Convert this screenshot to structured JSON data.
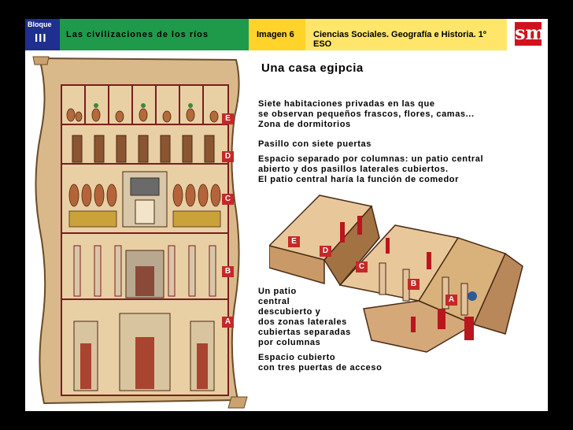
{
  "header": {
    "block_label": "Bloque",
    "block_number": "III",
    "topic": "Las civilizaciones de los ríos",
    "image_label": "Imagen 6",
    "subject": "Ciencias Sociales. Geografía e Historia. 1º ESO",
    "logo": "sm"
  },
  "title": "Una casa egipcia",
  "descriptions": {
    "e": [
      "Siete habitaciones privadas en las que",
      "se observan pequeños frascos,  flores, camas...",
      "Zona de dormitorios"
    ],
    "d": [
      "Pasillo con siete puertas"
    ],
    "c": [
      "Espacio separado por columnas: un patio central",
      "abierto y dos pasillos laterales cubiertos.",
      "El patio central  haría la función de comedor"
    ],
    "b": [
      "Un patio",
      "central",
      "descubierto y",
      "dos zonas laterales",
      "cubiertas separadas",
      "por columnas"
    ],
    "a": [
      "Espacio cubierto",
      "con tres puertas de acceso"
    ]
  },
  "markers": {
    "scroll": [
      "E",
      "D",
      "C",
      "B",
      "A"
    ],
    "house": [
      "E",
      "D",
      "C",
      "B",
      "A"
    ]
  },
  "colors": {
    "block_bg": "#1f2f8f",
    "topic_bg": "#1f9a4b",
    "image_bg": "#ffd32a",
    "subject_bg": "#ffe66a",
    "logo_bg": "#d1121d",
    "marker_bg": "#c62828",
    "papyrus": "#d9b98a",
    "wall": "#e8c89a"
  }
}
